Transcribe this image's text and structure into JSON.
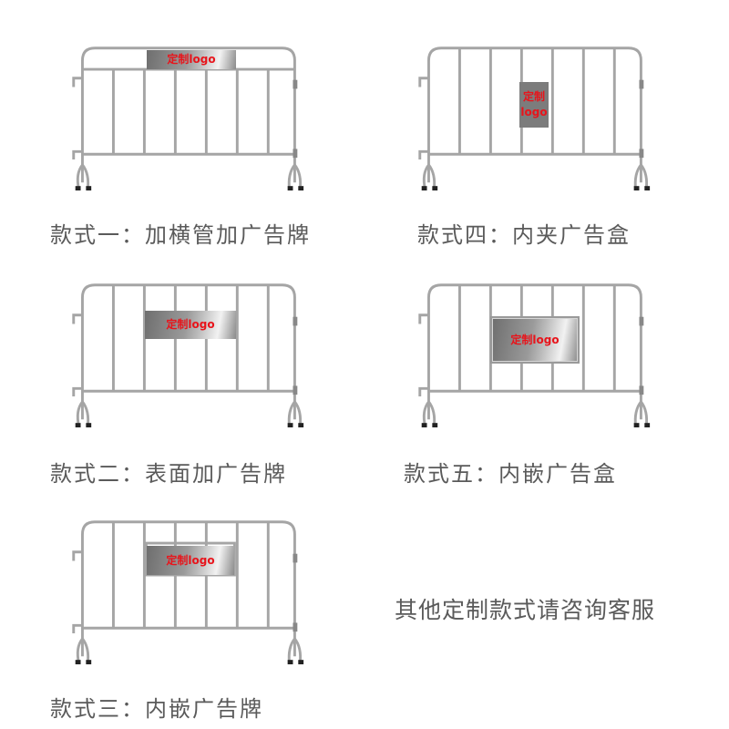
{
  "styles": [
    {
      "id": 1,
      "caption": "款式一：加横管加广告牌",
      "logo_text": "定制logo"
    },
    {
      "id": 4,
      "caption": "款式四：内夹广告盒",
      "logo_text_line1": "定制",
      "logo_text_line2": "logo"
    },
    {
      "id": 2,
      "caption": "款式二：表面加广告牌",
      "logo_text": "定制logo"
    },
    {
      "id": 5,
      "caption": "款式五：内嵌广告盒",
      "logo_text": "定制logo"
    },
    {
      "id": 3,
      "caption": "款式三：内嵌广告牌",
      "logo_text": "定制logo"
    }
  ],
  "note": "其他定制款式请咨询客服",
  "colors": {
    "logo_text": "#e8141b",
    "caption_text": "#5a5a5a",
    "metal": "#a8a8a8"
  }
}
